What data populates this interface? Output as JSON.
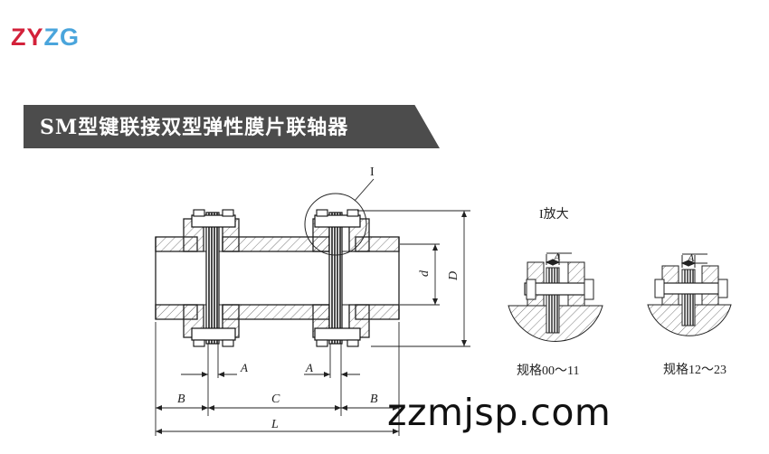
{
  "logo": {
    "part1": "ZY",
    "part2": "ZG"
  },
  "banner": {
    "title": "SM型键联接双型弹性膜片联轴器"
  },
  "diagram": {
    "detail_marker": "I",
    "detail_title": "I放大",
    "dim_B": "B",
    "dim_C": "C",
    "dim_L": "L",
    "dim_A": "A",
    "dim_d": "d",
    "dim_D": "D",
    "caption_left": "规格00～11",
    "caption_right": "规格12～23"
  },
  "watermark": "zzmjsp.com",
  "colors": {
    "banner": "#4c4c4c",
    "logo_red": "#d3213a",
    "logo_blue": "#4aa5dc"
  }
}
